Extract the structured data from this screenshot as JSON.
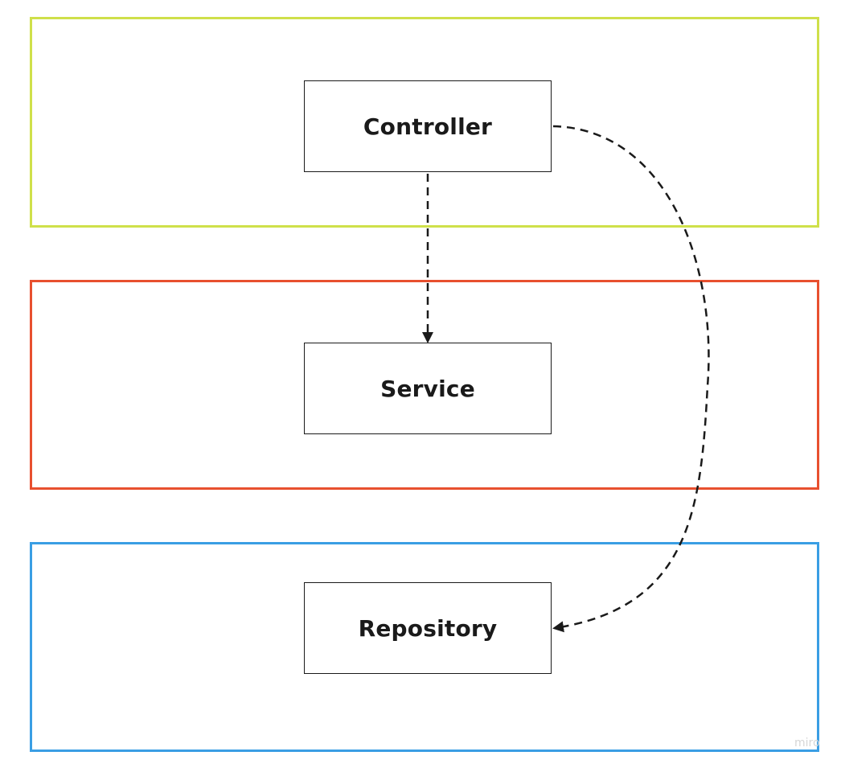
{
  "layers": {
    "controller": {
      "color": "#cfe04a"
    },
    "service": {
      "color": "#e8502f"
    },
    "repository": {
      "color": "#3a9ee4"
    }
  },
  "nodes": {
    "controller": "Controller",
    "service": "Service",
    "repository": "Repository"
  },
  "edges": [
    {
      "from": "Controller",
      "to": "Service",
      "style": "dashed",
      "arrow": "end"
    },
    {
      "from": "Controller",
      "to": "Repository",
      "style": "dashed",
      "arrow": "end"
    }
  ],
  "watermark": "miro"
}
